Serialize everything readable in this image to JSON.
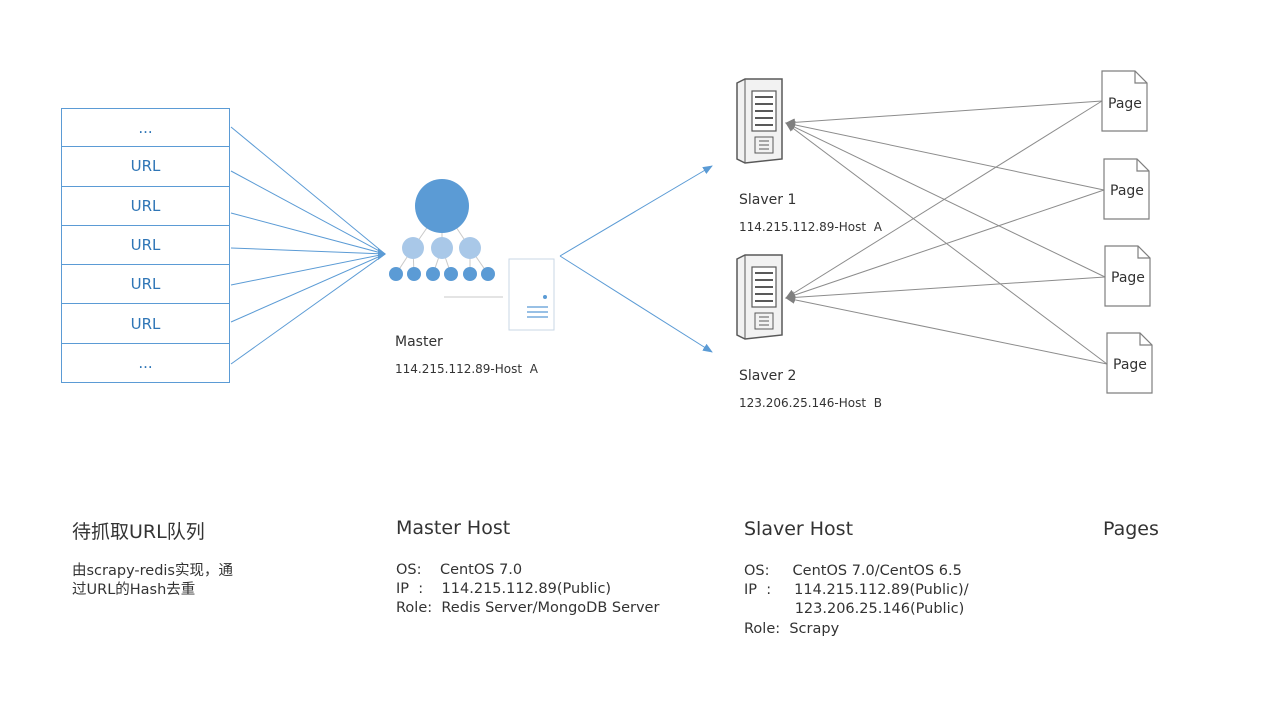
{
  "queue": {
    "cells": [
      "...",
      "URL",
      "URL",
      "URL",
      "URL",
      "URL",
      "..."
    ]
  },
  "master": {
    "name": "Master",
    "address": "114.215.112.89-Host  A"
  },
  "slaver1": {
    "name": "Slaver 1",
    "address": "114.215.112.89-Host  A"
  },
  "slaver2": {
    "name": "Slaver 2",
    "address": "123.206.25.146-Host  B"
  },
  "pages": [
    "Page",
    "Page",
    "Page",
    "Page"
  ],
  "sections": {
    "queue_title": "待抓取URL队列",
    "queue_desc_1": "由scrapy-redis实现，通",
    "queue_desc_2": "过URL的Hash去重",
    "master_title": "Master Host",
    "master_os": "OS:    CentOS 7.0",
    "master_ip": "IP  :    114.215.112.89(Public)",
    "master_role": "Role:  Redis Server/MongoDB Server",
    "slaver_title": "Slaver Host",
    "slaver_os": "OS:     CentOS 7.0/CentOS 6.5",
    "slaver_ip1": "IP  :     114.215.112.89(Public)/",
    "slaver_ip2": "           123.206.25.146(Public)",
    "slaver_role": "Role:  Scrapy",
    "pages_title": "Pages"
  },
  "colors": {
    "blue_line": "#5b9bd5",
    "blue_dark": "#5b9bd5",
    "blue_light": "#a9c8e8",
    "gray_line": "#8c8c8c"
  }
}
